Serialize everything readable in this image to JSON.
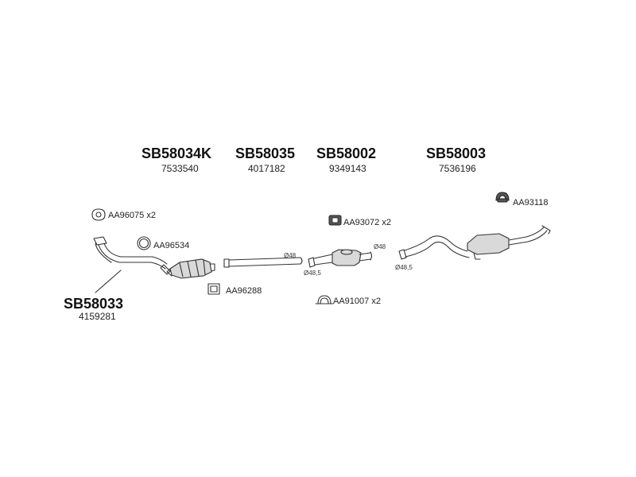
{
  "parts": {
    "sb58034k": {
      "code": "SB58034K",
      "ref": "7533540"
    },
    "sb58035": {
      "code": "SB58035",
      "ref": "4017182"
    },
    "sb58002": {
      "code": "SB58002",
      "ref": "9349143"
    },
    "sb58003": {
      "code": "SB58003",
      "ref": "7536196"
    },
    "sb58033": {
      "code": "SB58033",
      "ref": "4159281"
    }
  },
  "accessories": {
    "aa96075": "AA96075 x2",
    "aa96534": "AA96534",
    "aa96288": "AA96288",
    "aa93072": "AA93072 x2",
    "aa91007": "AA91007 x2",
    "aa93118": "AA93118"
  },
  "dimensions": {
    "d1": "Ø48",
    "d2": "Ø48,5",
    "d3": "Ø48",
    "d4": "Ø48,5"
  }
}
